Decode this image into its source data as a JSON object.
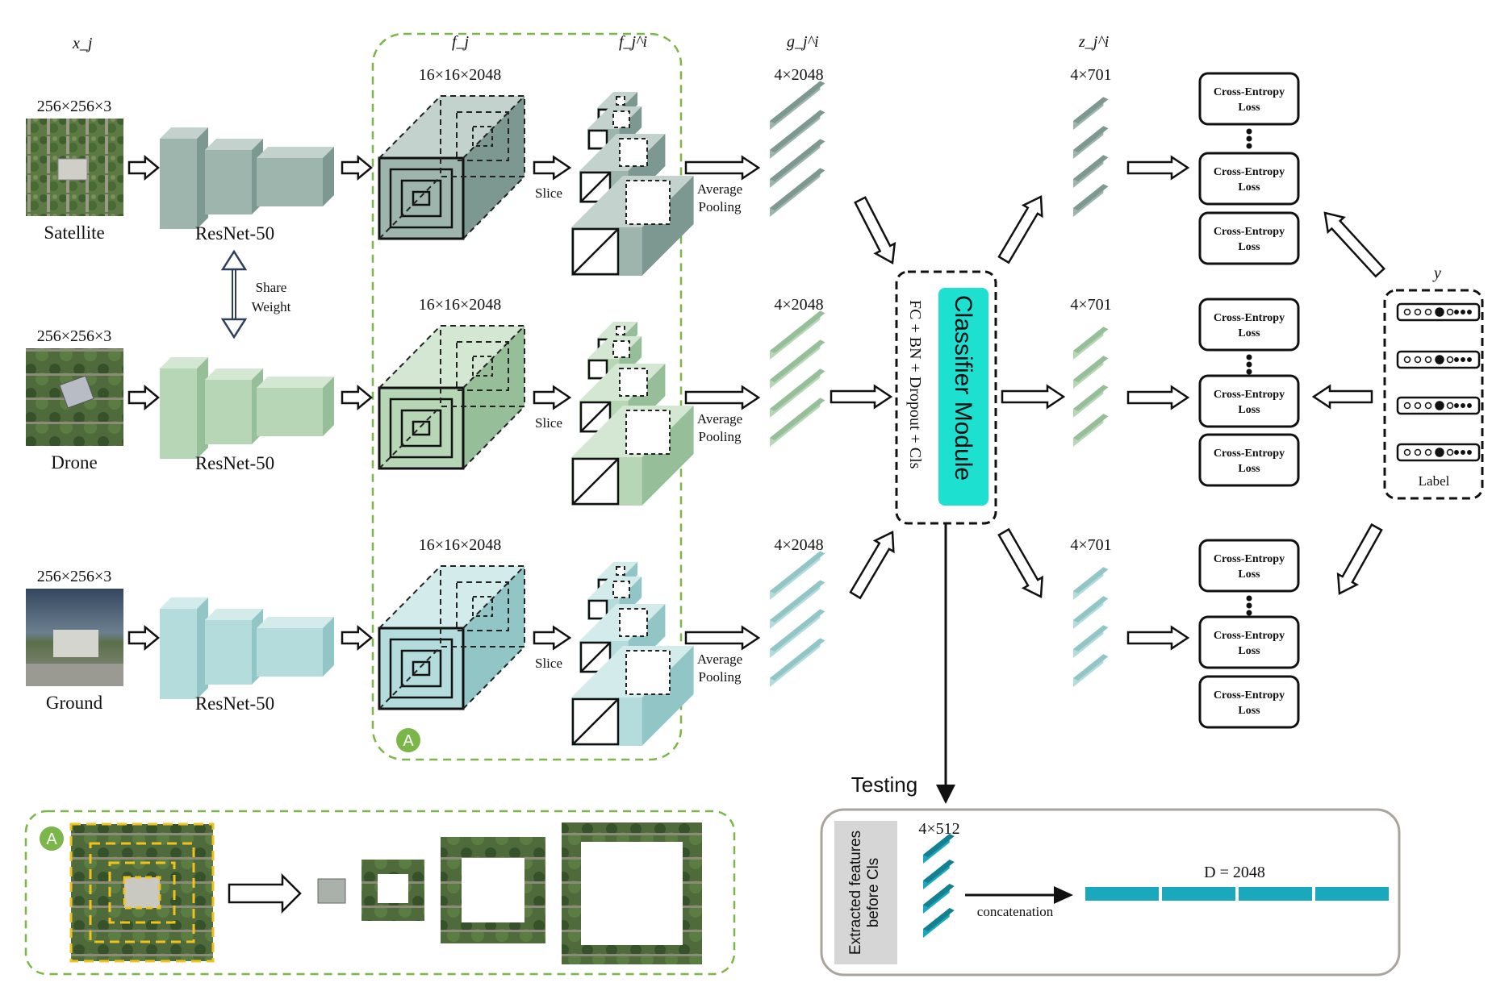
{
  "labels": {
    "col_x": "x_j",
    "col_f": "f_j",
    "col_fi": "f_j^i",
    "col_g": "g_j^i",
    "col_z": "z_j^i",
    "col_y": "y"
  },
  "branches": [
    {
      "input_size": "256×256×3",
      "view": "Satellite",
      "backbone": "ResNet-50",
      "feat_size": "16×16×2048",
      "slice": "Slice",
      "pool": [
        "Average",
        "Pooling"
      ],
      "g_size": "4×2048",
      "z_size": "4×701",
      "color": "#9db5ad",
      "dark": "#7c9890",
      "light": "#c3d2cd"
    },
    {
      "input_size": "256×256×3",
      "view": "Drone",
      "backbone": "ResNet-50",
      "feat_size": "16×16×2048",
      "slice": "Slice",
      "pool": [
        "Average",
        "Pooling"
      ],
      "g_size": "4×2048",
      "z_size": "4×701",
      "color": "#b6d6b6",
      "dark": "#96be98",
      "light": "#d3e7d3"
    },
    {
      "input_size": "256×256×3",
      "view": "Ground",
      "backbone": "ResNet-50",
      "feat_size": "16×16×2048",
      "slice": "Slice",
      "pool": [
        "Average",
        "Pooling"
      ],
      "g_size": "4×2048",
      "z_size": "4×701",
      "color": "#b5dcdc",
      "dark": "#92c6c6",
      "light": "#d4ebeb"
    }
  ],
  "share_weight": [
    "Share",
    "Weight"
  ],
  "classifier": {
    "title": "Classifier Module",
    "ops": "FC + BN + Dropout + Cls",
    "accent": "#1de0d0"
  },
  "loss": [
    "Cross-Entropy",
    "Loss"
  ],
  "label_box": "Label",
  "badge": "A",
  "badge_color": "#7ab648",
  "testing": {
    "title": "Testing",
    "side_label": [
      "Extracted features",
      "before Cls"
    ],
    "feat_size": "4×512",
    "concat": "concatenation",
    "dim": "D = 2048",
    "color": "#1aa8bc"
  }
}
